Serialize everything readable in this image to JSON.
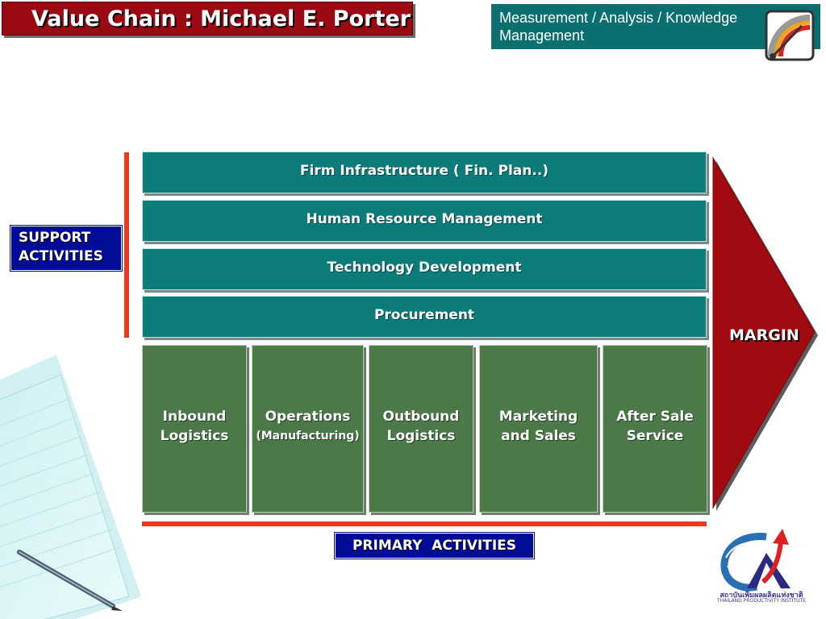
{
  "title": "Value Chain : Michael E. Porter",
  "header": "Measurement / Analysis / Knowledge Management",
  "support_activities_label": [
    "SUPPORT",
    "ACTIVITIES"
  ],
  "support_activities": [
    "Firm Infrastructure ( Fin. Plan..)",
    "Human Resource Management",
    "Technology Development",
    "Procurement"
  ],
  "primary_activities_label": "PRIMARY  ACTIVITIES",
  "primary_activities": [
    {
      "line1": "Inbound",
      "line2": "Logistics"
    },
    {
      "line1": "Operations",
      "line2": "(Manufacturing)"
    },
    {
      "line1": "Outbound",
      "line2": "Logistics"
    },
    {
      "line1": "Marketing",
      "line2": "and Sales"
    },
    {
      "line1": "After Sale",
      "line2": "Service"
    }
  ],
  "margin_label": "MARGIN",
  "logo": {
    "name_th": "สถาบันเพิ่มผลผลิตแห่งชาติ",
    "name_en": "THAILAND PRODUCTIVITY INSTITUTE"
  },
  "colors": {
    "title_bg": "#9b0a12",
    "header_bg": "#0b6f6f",
    "support_bg": "#0b7c7a",
    "primary_bg": "#4b7a48",
    "margin_arrow": "#a00a10",
    "accent_bar": "#ee3a1c",
    "label_bg": "#000c96"
  }
}
